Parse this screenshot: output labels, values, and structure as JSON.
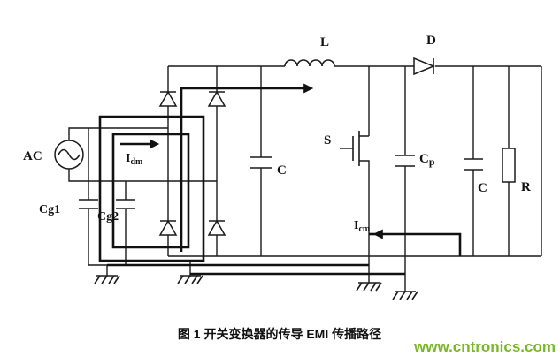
{
  "figure": {
    "caption": "图 1  开关变换器的传导 EMI 传播路径",
    "watermark": "www.cntronics.com"
  },
  "labels": {
    "ac_source": "AC",
    "cap_ground_1": "Cg1",
    "cap_ground_2": "Cg2",
    "current_dm_base": "I",
    "current_dm_sub": "dm",
    "current_cm_base": "I",
    "current_cm_sub": "cm",
    "inductor": "L",
    "boost_diode": "D",
    "dc_link_cap": "C",
    "switch": "S",
    "parasitic_cap_base": "C",
    "parasitic_cap_sub": "p",
    "output_cap": "C",
    "load_resistor": "R"
  },
  "colors": {
    "line": "#1a1a1a",
    "watermark_green": "#7ab629",
    "background": "#ffffff"
  }
}
